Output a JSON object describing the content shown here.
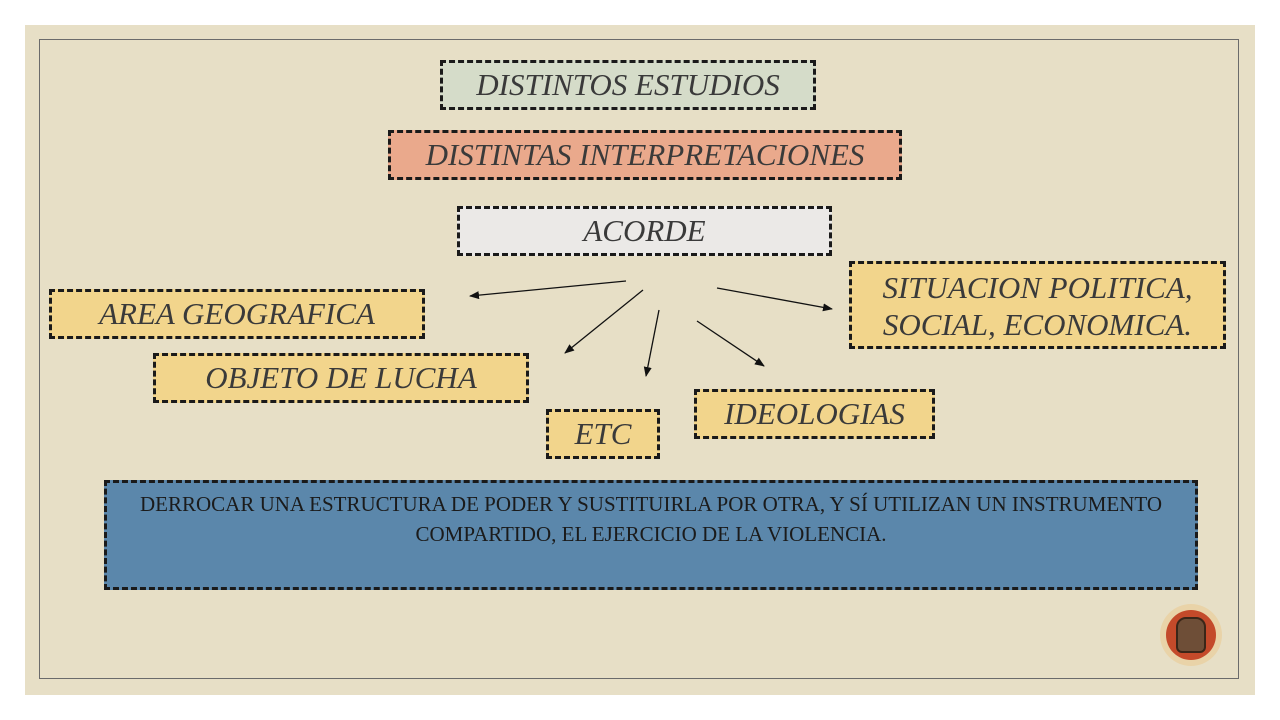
{
  "boxes": {
    "distintos_estudios": "DISTINTOS ESTUDIOS",
    "distintas_interpretaciones": "DISTINTAS INTERPRETACIONES",
    "acorde": "ACORDE",
    "area_geografica": "AREA GEOGRAFICA",
    "objeto_de_lucha": "OBJETO DE LUCHA",
    "etc": "ETC",
    "ideologias": "IDEOLOGIAS",
    "situacion_line1": "SITUACION POLITICA,",
    "situacion_line2": "SOCIAL, ECONOMICA."
  },
  "conclusion": "DERROCAR UNA ESTRUCTURA DE PODER Y SUSTITUIRLA POR OTRA, Y SÍ UTILIZAN UN INSTRUMENTO COMPARTIDO, EL EJERCICIO DE LA VIOLENCIA.",
  "colors": {
    "background": "#e7dfc6",
    "estudios_fill": "#d5dcc9",
    "interpretaciones_fill": "#eaa98c",
    "acorde_fill": "#ebe9e7",
    "factor_fill": "#f2d58c",
    "conclusion_fill": "#5b87ab"
  },
  "icons": {
    "logo": "raised-fist-emblem-icon"
  }
}
